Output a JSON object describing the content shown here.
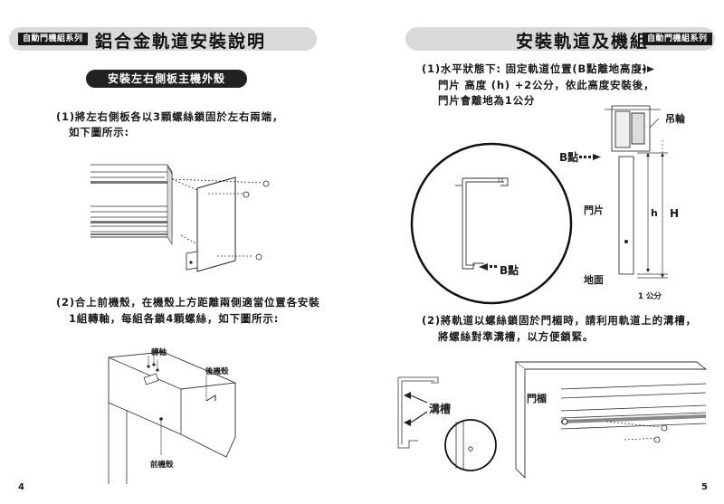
{
  "left_page": {
    "tag": "自動門機組系列",
    "title": "鋁合金軌道安裝說明",
    "section_pill": "安裝左右側板主機外殼",
    "step1_line1": "(1)將左右側板各以3顆螺絲鎖固於左右兩端，",
    "step1_line2": "如下圖所示:",
    "step2_line1": "(2)合上前機殼，在機殼上方距離兩側適當位置各安裝",
    "step2_line2": "1組轉軸，每組各鎖4顆螺絲，如下圖所示:",
    "label_hinge": "轉軸",
    "label_back_case": "後機殼",
    "label_front_case": "前機殼",
    "page_number": "4"
  },
  "right_page": {
    "tag": "自動門機組系列",
    "title": "安裝軌道及機組",
    "step1_line1": "(1)水平狀態下: 固定軌道位置(B點離地高度)",
    "step1_line2": "門片 高度 (h) +2公分，依此高度安裝後，",
    "step1_line3": "門片會離地為1公分",
    "label_roller": "吊輪",
    "label_b_point": "B點",
    "label_b_point_detail": "B點",
    "label_door": "門片",
    "label_h_small": "h",
    "label_h_big": "H",
    "label_floor": "地面",
    "label_gap": "1 公分",
    "step2_line1": "(2)將軌道以螺絲鎖固於門楣時，請利用軌道上的溝槽，",
    "step2_line2": "將螺絲對準溝槽，以方便鎖緊。",
    "label_groove": "溝槽",
    "label_lintel": "門楣",
    "page_number": "5"
  }
}
